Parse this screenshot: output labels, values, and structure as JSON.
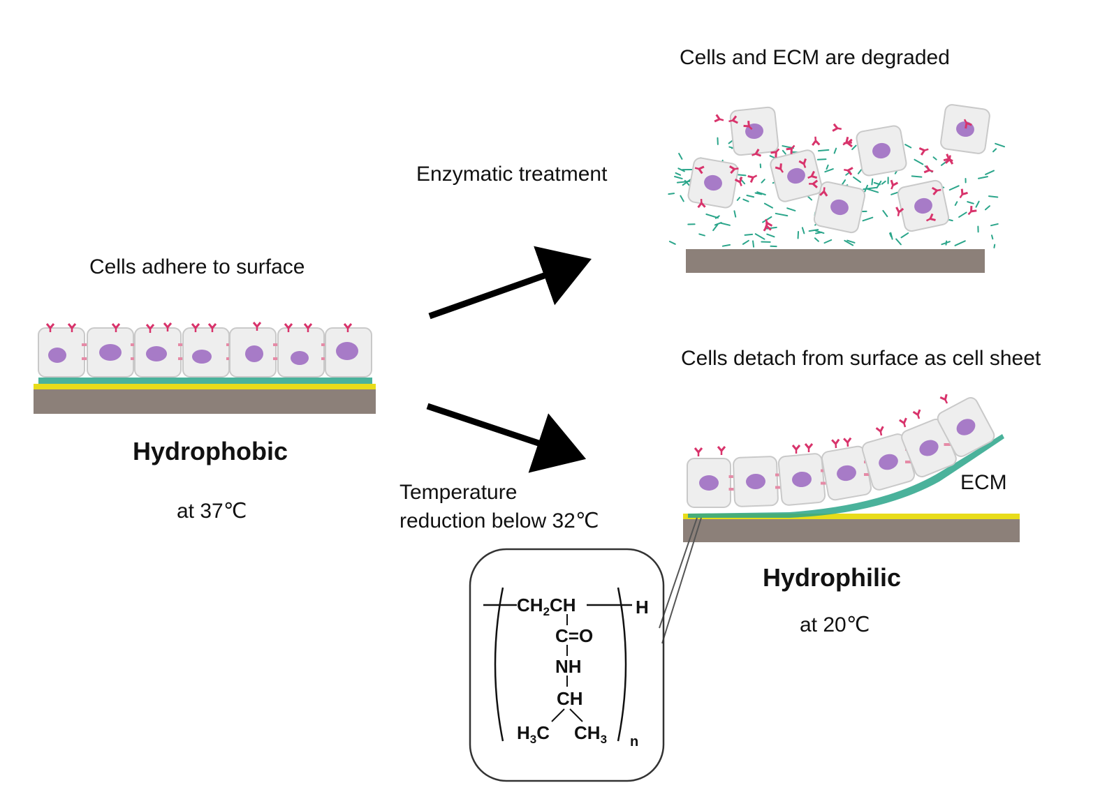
{
  "labels": {
    "adhere": "Cells adhere to surface",
    "hydrophobic": "Hydrophobic",
    "at37": "at 37℃",
    "enzymatic": "Enzymatic treatment",
    "degraded": "Cells and ECM are degraded",
    "detach": "Cells detach from surface as cell sheet",
    "temp_line1": "Temperature",
    "temp_line2": "reduction below 32℃",
    "ecm": "ECM",
    "hydrophilic": "Hydrophilic",
    "at20": "at 20℃"
  },
  "chemical": {
    "ch2": "CH",
    "ch2_sub": "2",
    "ch": "CH",
    "h_end": "H",
    "co": "C=O",
    "nh": "NH",
    "ch_branch": "CH",
    "h3c_pre": "H",
    "h3c_sub": "3",
    "h3c_post": "C",
    "ch3_pre": "CH",
    "ch3_sub": "3",
    "n": "n"
  },
  "colors": {
    "substrate": "#8c8079",
    "coating": "#e8dc1a",
    "ecm": "#2aa58a",
    "cell_fill": "#eeeeee",
    "cell_edge": "#c9c9c9",
    "nucleus": "#a77bc7",
    "receptor": "#d8336b",
    "junction": "#e58aa6",
    "arrow": "#000000"
  },
  "icons": [
    "cell-icon",
    "receptor-icon",
    "nucleus-icon",
    "arrow-icon"
  ]
}
